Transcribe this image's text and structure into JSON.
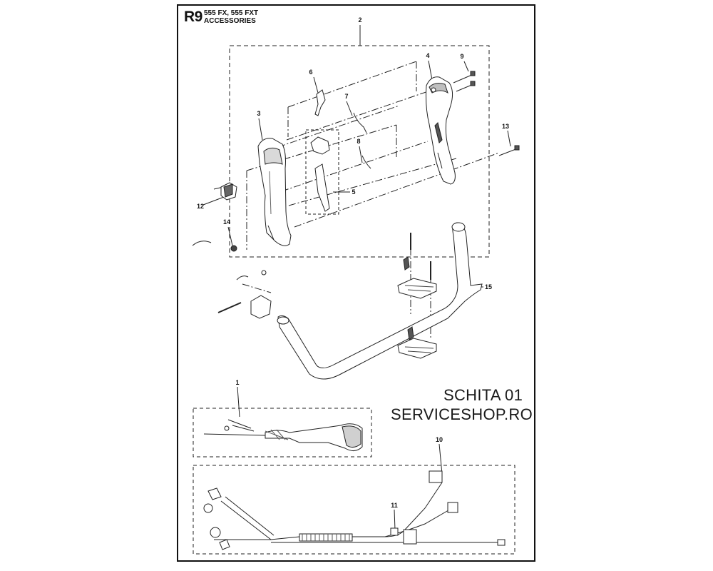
{
  "header": {
    "code": "R9",
    "model_line1": "555 FX, 555 FXT",
    "model_line2": "ACCESSORIES"
  },
  "watermark": {
    "line1": "SCHITA 01",
    "line2": "SERVICESHOP.RO"
  },
  "callouts": {
    "c1": "1",
    "c2": "2",
    "c3": "3",
    "c4": "4",
    "c5": "5",
    "c6": "6",
    "c7": "7",
    "c8": "8",
    "c9": "9",
    "c10": "10",
    "c11": "11",
    "c12": "12",
    "c13": "13",
    "c14": "14",
    "c15": "15"
  }
}
